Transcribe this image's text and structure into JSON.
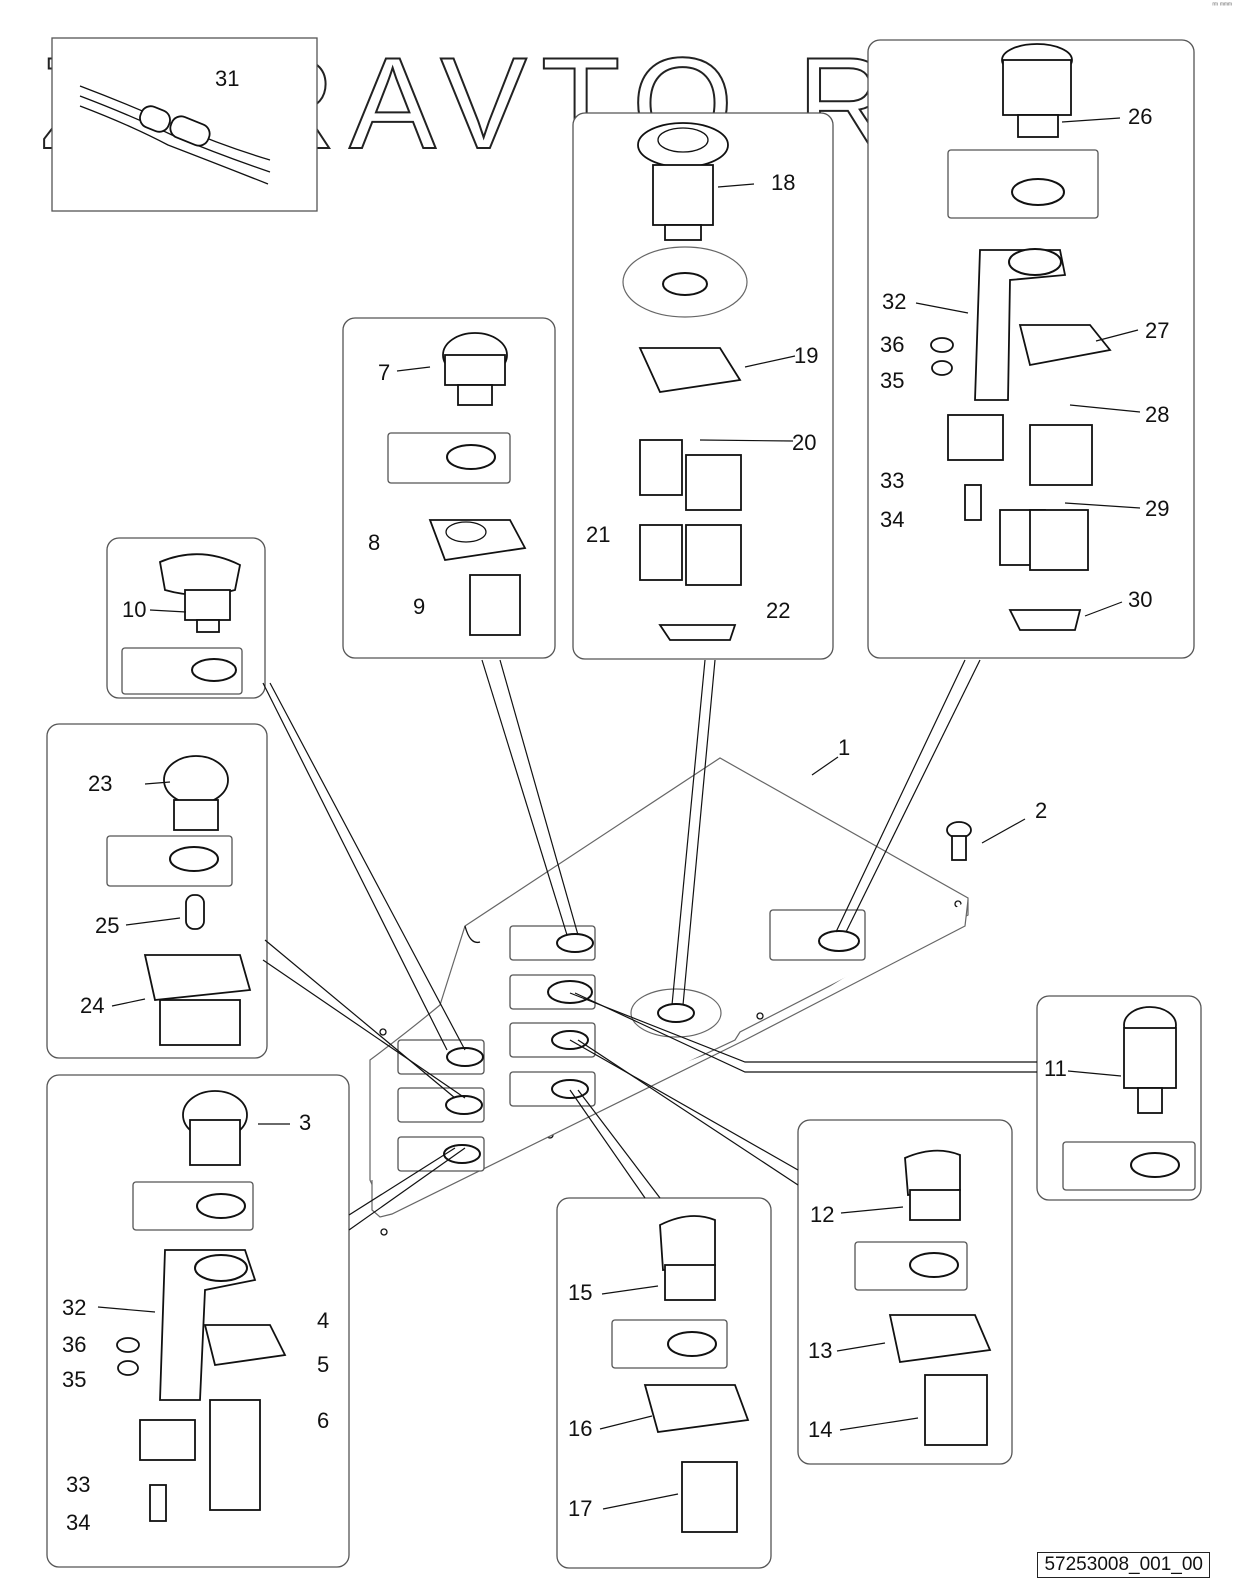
{
  "watermark": "ZURAVTO.RU",
  "corner_mark": "ʳᵐ ᵐᵐᵐ",
  "drawing_code": "57253008_001_00",
  "callouts": {
    "c1": "1",
    "c2": "2",
    "c3": "3",
    "c4": "4",
    "c5": "5",
    "c6": "6",
    "c7": "7",
    "c8": "8",
    "c9": "9",
    "c10": "10",
    "c11": "11",
    "c12": "12",
    "c13": "13",
    "c14": "14",
    "c15": "15",
    "c16": "16",
    "c17": "17",
    "c18": "18",
    "c19": "19",
    "c20": "20",
    "c21": "21",
    "c22": "22",
    "c23": "23",
    "c24": "24",
    "c25": "25",
    "c26": "26",
    "c27": "27",
    "c28": "28",
    "c29": "29",
    "c30": "30",
    "c31": "31",
    "c32a": "32",
    "c32b": "32",
    "c33a": "33",
    "c33b": "33",
    "c34a": "34",
    "c34b": "34",
    "c35a": "35",
    "c35b": "35",
    "c36a": "36",
    "c36b": "36"
  }
}
